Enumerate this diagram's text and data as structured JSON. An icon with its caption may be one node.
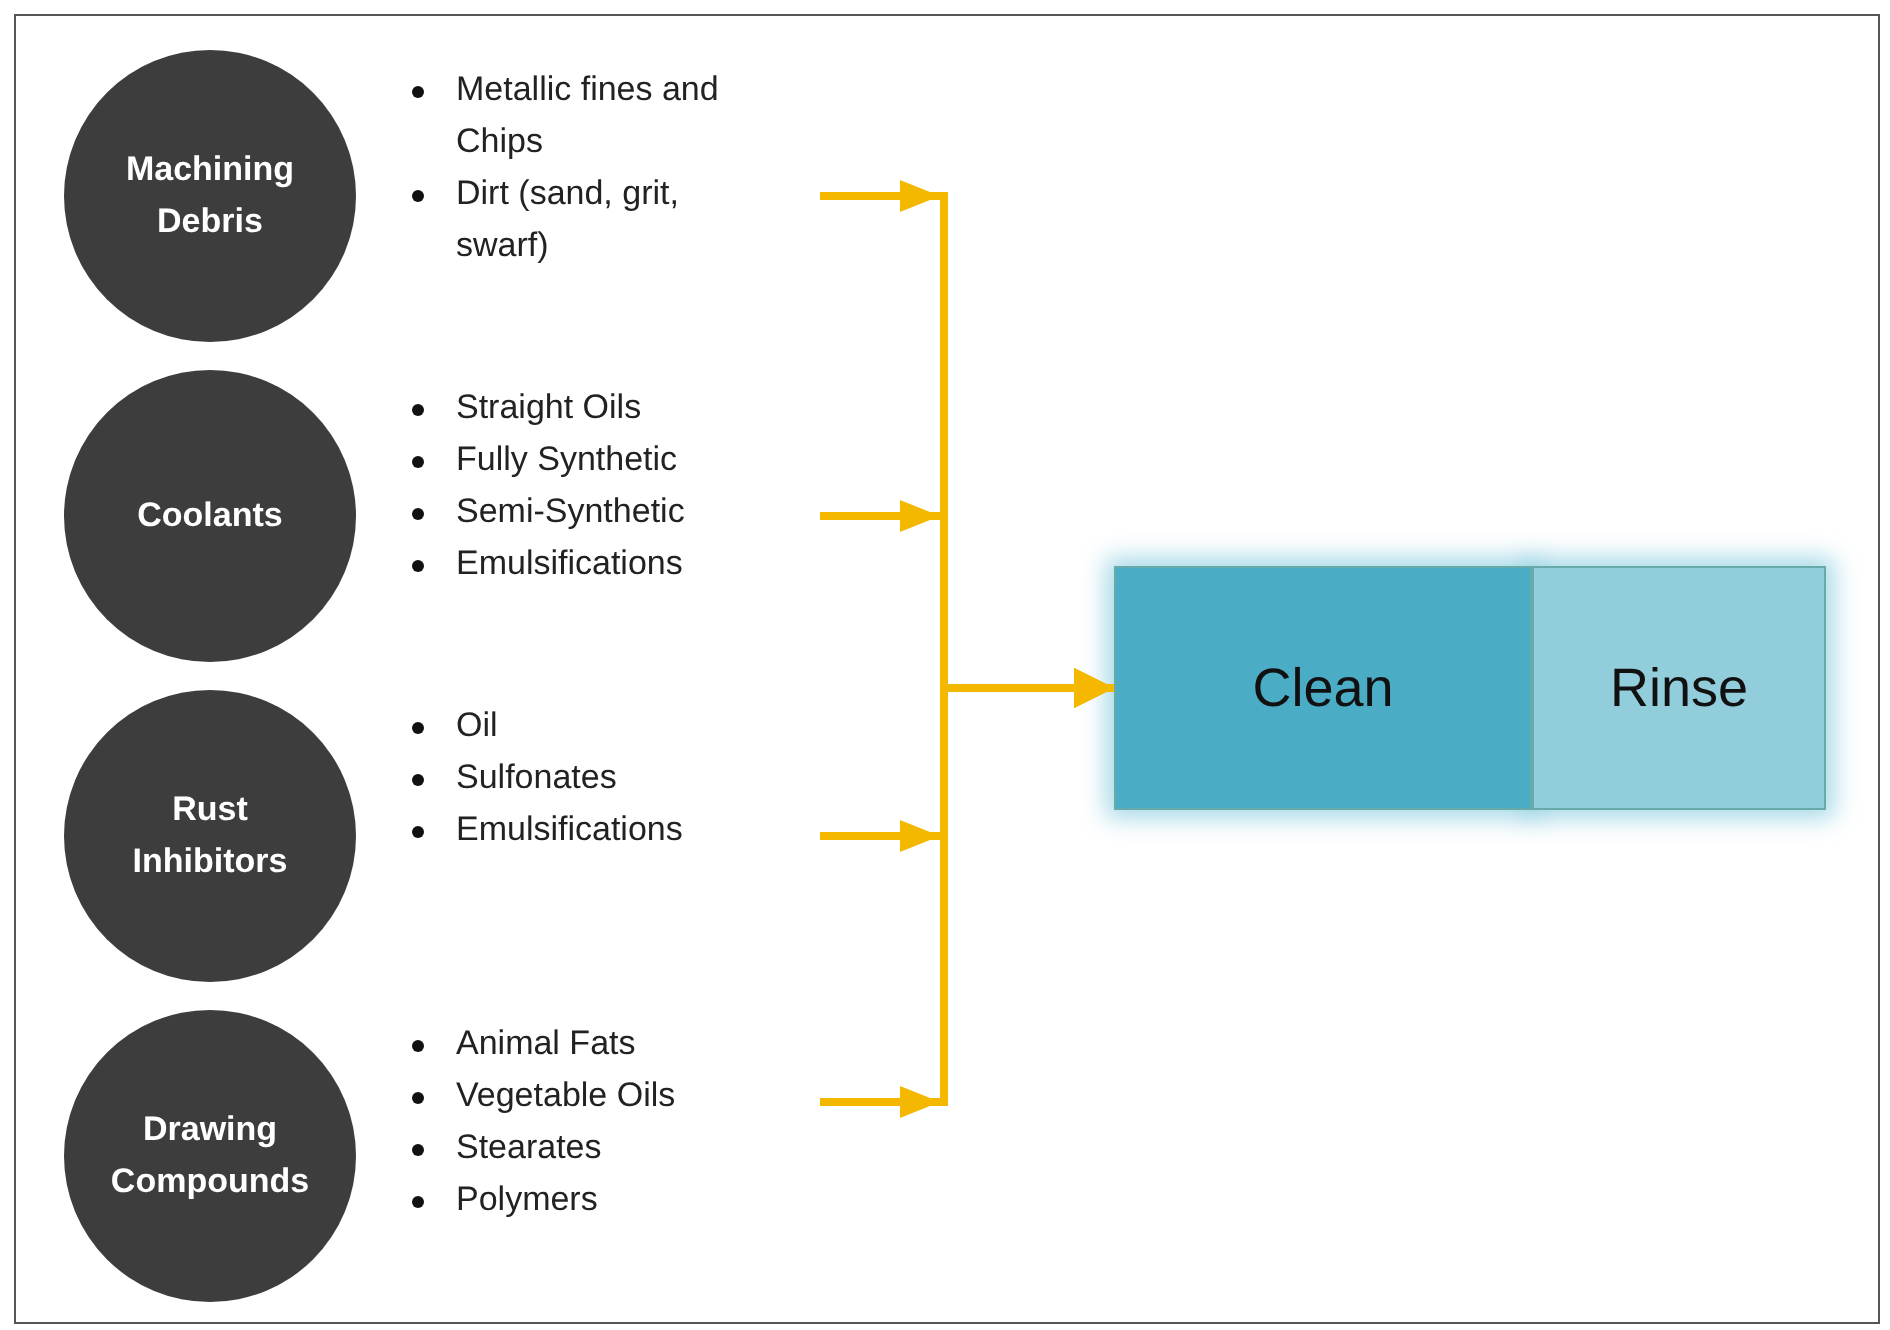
{
  "diagram": {
    "nodes": [
      {
        "text": [
          "Machining Debris"
        ]
      },
      {
        "text": [
          "Metallic fines and Chips",
          "Dirt (sand, grit, swarf)"
        ]
      },
      {
        "text": [
          "Coolants"
        ]
      },
      {
        "text": [
          "Straight Oils",
          "Fully Synthetic",
          "Semi-Synthetic",
          "Emulsifications"
        ]
      },
      {
        "text": [
          "Rust Inhibitors"
        ]
      },
      {
        "text": [
          "Oil",
          "Sulfonates",
          "Emulsifications"
        ]
      },
      {
        "text": [
          "Drawing Compounds"
        ]
      },
      {
        "text": [
          "Animal Fats",
          "Vegetable Oils",
          "Stearates",
          "Polymers"
        ]
      },
      {
        "text": [
          "Clean"
        ]
      },
      {
        "text": [
          "Rinse"
        ]
      }
    ],
    "edges": [
      {
        "from": 1,
        "to": 8,
        "arrow": "to"
      },
      {
        "from": 3,
        "to": 8,
        "arrow": "to"
      },
      {
        "from": 5,
        "to": 8,
        "arrow": "to"
      },
      {
        "from": 7,
        "to": 8,
        "arrow": "to"
      }
    ]
  }
}
